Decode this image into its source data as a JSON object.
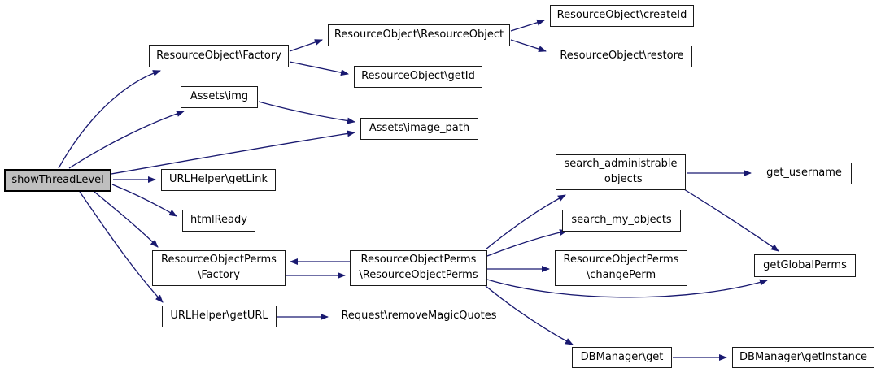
{
  "diagram": {
    "kind": "call-graph",
    "root_function": "showThreadLevel",
    "colors": {
      "edge": "#191970",
      "node_border": "#1a1a1a",
      "node_fill": "#ffffff",
      "root_fill": "#bfbfbf",
      "background": "#ffffff"
    },
    "nodes": [
      {
        "id": "showThreadLevel",
        "label": "showThreadLevel"
      },
      {
        "id": "ResourceObject.Factory",
        "label": "ResourceObject\\Factory"
      },
      {
        "id": "ResourceObject.ResourceObject",
        "label": "ResourceObject\\ResourceObject"
      },
      {
        "id": "ResourceObject.createId",
        "label": "ResourceObject\\createId"
      },
      {
        "id": "ResourceObject.restore",
        "label": "ResourceObject\\restore"
      },
      {
        "id": "ResourceObject.getId",
        "label": "ResourceObject\\getId"
      },
      {
        "id": "Assets.img",
        "label": "Assets\\img"
      },
      {
        "id": "Assets.image_path",
        "label": "Assets\\image_path"
      },
      {
        "id": "URLHelper.getLink",
        "label": "URLHelper\\getLink"
      },
      {
        "id": "htmlReady",
        "label": "htmlReady"
      },
      {
        "id": "ResourceObjectPerms.Factory",
        "label": "ResourceObjectPerms\n\\Factory"
      },
      {
        "id": "ResourceObjectPerms.ResourceObjectPerms",
        "label": "ResourceObjectPerms\n\\ResourceObjectPerms"
      },
      {
        "id": "URLHelper.getURL",
        "label": "URLHelper\\getURL"
      },
      {
        "id": "Request.removeMagicQuotes",
        "label": "Request\\removeMagicQuotes"
      },
      {
        "id": "search_administrable_objects",
        "label": "search_administrable\n_objects"
      },
      {
        "id": "get_username",
        "label": "get_username"
      },
      {
        "id": "search_my_objects",
        "label": "search_my_objects"
      },
      {
        "id": "ResourceObjectPerms.changePerm",
        "label": "ResourceObjectPerms\n\\changePerm"
      },
      {
        "id": "getGlobalPerms",
        "label": "getGlobalPerms"
      },
      {
        "id": "DBManager.get",
        "label": "DBManager\\get"
      },
      {
        "id": "DBManager.getInstance",
        "label": "DBManager\\getInstance"
      }
    ],
    "edges": [
      {
        "from": "showThreadLevel",
        "to": "ResourceObject.Factory"
      },
      {
        "from": "showThreadLevel",
        "to": "Assets.img"
      },
      {
        "from": "showThreadLevel",
        "to": "Assets.image_path"
      },
      {
        "from": "showThreadLevel",
        "to": "URLHelper.getLink"
      },
      {
        "from": "showThreadLevel",
        "to": "htmlReady"
      },
      {
        "from": "showThreadLevel",
        "to": "ResourceObjectPerms.Factory"
      },
      {
        "from": "showThreadLevel",
        "to": "URLHelper.getURL"
      },
      {
        "from": "ResourceObject.Factory",
        "to": "ResourceObject.ResourceObject"
      },
      {
        "from": "ResourceObject.Factory",
        "to": "ResourceObject.getId"
      },
      {
        "from": "ResourceObject.ResourceObject",
        "to": "ResourceObject.createId"
      },
      {
        "from": "ResourceObject.ResourceObject",
        "to": "ResourceObject.restore"
      },
      {
        "from": "Assets.img",
        "to": "Assets.image_path"
      },
      {
        "from": "ResourceObjectPerms.Factory",
        "to": "ResourceObjectPerms.ResourceObjectPerms"
      },
      {
        "from": "ResourceObjectPerms.ResourceObjectPerms",
        "to": "ResourceObjectPerms.Factory"
      },
      {
        "from": "ResourceObjectPerms.ResourceObjectPerms",
        "to": "search_administrable_objects"
      },
      {
        "from": "ResourceObjectPerms.ResourceObjectPerms",
        "to": "search_my_objects"
      },
      {
        "from": "ResourceObjectPerms.ResourceObjectPerms",
        "to": "ResourceObjectPerms.changePerm"
      },
      {
        "from": "ResourceObjectPerms.ResourceObjectPerms",
        "to": "getGlobalPerms"
      },
      {
        "from": "ResourceObjectPerms.ResourceObjectPerms",
        "to": "DBManager.get"
      },
      {
        "from": "URLHelper.getURL",
        "to": "Request.removeMagicQuotes"
      },
      {
        "from": "search_administrable_objects",
        "to": "get_username"
      },
      {
        "from": "search_administrable_objects",
        "to": "getGlobalPerms"
      },
      {
        "from": "DBManager.get",
        "to": "DBManager.getInstance"
      }
    ]
  }
}
